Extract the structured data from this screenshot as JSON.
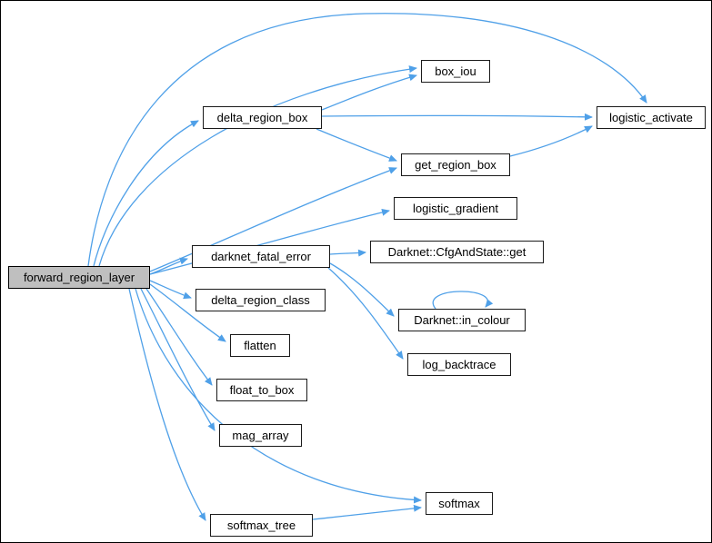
{
  "graph": {
    "title": "forward_region_layer call graph",
    "edge_color": "#4FA0E8",
    "highlight_fill": "#BFBFBF",
    "nodes": {
      "forward_region_layer": {
        "label": "forward_region_layer",
        "highlighted": true
      },
      "box_iou": {
        "label": "box_iou"
      },
      "delta_region_box": {
        "label": "delta_region_box"
      },
      "logistic_activate": {
        "label": "logistic_activate"
      },
      "get_region_box": {
        "label": "get_region_box"
      },
      "logistic_gradient": {
        "label": "logistic_gradient"
      },
      "darknet_fatal_error": {
        "label": "darknet_fatal_error"
      },
      "cfg_and_state_get": {
        "label": "Darknet::CfgAndState::get"
      },
      "delta_region_class": {
        "label": "delta_region_class"
      },
      "in_colour": {
        "label": "Darknet::in_colour"
      },
      "flatten": {
        "label": "flatten"
      },
      "log_backtrace": {
        "label": "log_backtrace"
      },
      "float_to_box": {
        "label": "float_to_box"
      },
      "mag_array": {
        "label": "mag_array"
      },
      "softmax": {
        "label": "softmax"
      },
      "softmax_tree": {
        "label": "softmax_tree"
      }
    },
    "edges": [
      {
        "from": "forward_region_layer",
        "to": "logistic_activate"
      },
      {
        "from": "forward_region_layer",
        "to": "box_iou"
      },
      {
        "from": "forward_region_layer",
        "to": "delta_region_box"
      },
      {
        "from": "forward_region_layer",
        "to": "get_region_box"
      },
      {
        "from": "forward_region_layer",
        "to": "logistic_gradient"
      },
      {
        "from": "forward_region_layer",
        "to": "darknet_fatal_error"
      },
      {
        "from": "forward_region_layer",
        "to": "delta_region_class"
      },
      {
        "from": "forward_region_layer",
        "to": "flatten"
      },
      {
        "from": "forward_region_layer",
        "to": "float_to_box"
      },
      {
        "from": "forward_region_layer",
        "to": "mag_array"
      },
      {
        "from": "forward_region_layer",
        "to": "softmax"
      },
      {
        "from": "forward_region_layer",
        "to": "softmax_tree"
      },
      {
        "from": "delta_region_box",
        "to": "box_iou"
      },
      {
        "from": "delta_region_box",
        "to": "logistic_activate"
      },
      {
        "from": "delta_region_box",
        "to": "get_region_box"
      },
      {
        "from": "get_region_box",
        "to": "logistic_activate"
      },
      {
        "from": "darknet_fatal_error",
        "to": "cfg_and_state_get"
      },
      {
        "from": "darknet_fatal_error",
        "to": "in_colour"
      },
      {
        "from": "darknet_fatal_error",
        "to": "log_backtrace"
      },
      {
        "from": "in_colour",
        "to": "in_colour"
      },
      {
        "from": "softmax_tree",
        "to": "softmax"
      }
    ]
  }
}
